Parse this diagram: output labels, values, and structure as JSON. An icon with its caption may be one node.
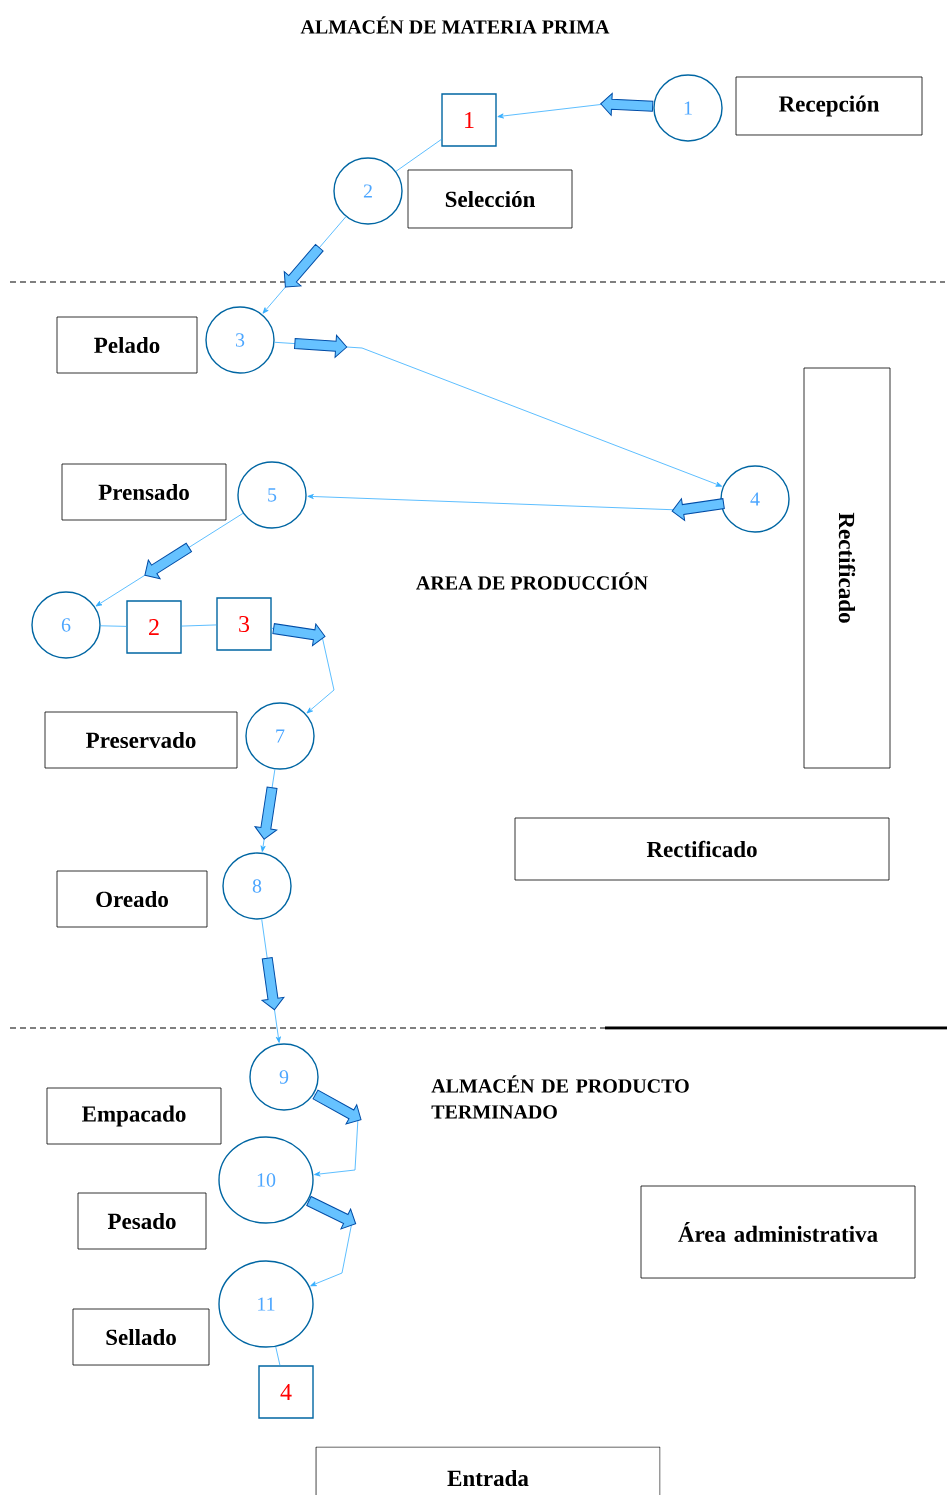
{
  "diagram": {
    "nodes": [
      {
        "text": [
          "1"
        ]
      },
      {
        "text": [
          "Recepción"
        ]
      },
      {
        "text": [
          "1"
        ]
      },
      {
        "text": [
          "2"
        ]
      },
      {
        "text": [
          "Selección"
        ]
      },
      {
        "text": [
          "3"
        ]
      },
      {
        "text": [
          "Pelado"
        ]
      },
      {
        "text": [
          "Rectificado"
        ]
      },
      {
        "text": [
          "4"
        ]
      },
      {
        "text": [
          "Prensado"
        ]
      },
      {
        "text": [
          "5"
        ]
      },
      {
        "text": [
          "6"
        ]
      },
      {
        "text": [
          "2"
        ]
      },
      {
        "text": [
          "3"
        ]
      },
      {
        "text": [
          "Preservado"
        ]
      },
      {
        "text": [
          "7"
        ]
      },
      {
        "text": [
          "Rectificado"
        ]
      },
      {
        "text": [
          "Oreado"
        ]
      },
      {
        "text": [
          "8"
        ]
      },
      {
        "text": [
          "9"
        ]
      },
      {
        "text": [
          "Empacado"
        ]
      },
      {
        "text": [
          "10"
        ]
      },
      {
        "text": [
          "Pesado"
        ]
      },
      {
        "text": [
          "11"
        ]
      },
      {
        "text": [
          "Sellado"
        ]
      },
      {
        "text": [
          "Área administrativa"
        ]
      },
      {
        "text": [
          "4"
        ]
      },
      {
        "text": [
          "Entrada"
        ]
      }
    ],
    "edges": [
      {
        "from": 0,
        "to": 2,
        "arrow": "to"
      },
      {
        "from": 2,
        "to": 3,
        "arrow": "none"
      },
      {
        "from": 3,
        "to": 5,
        "arrow": "to"
      },
      {
        "from": 5,
        "to": 8,
        "arrow": "to"
      },
      {
        "from": 8,
        "to": 10,
        "arrow": "to"
      },
      {
        "from": 10,
        "to": 11,
        "arrow": "to"
      },
      {
        "from": 11,
        "to": 12,
        "arrow": "none"
      },
      {
        "from": 12,
        "to": 13,
        "arrow": "none"
      },
      {
        "from": 13,
        "to": 15,
        "arrow": "to"
      },
      {
        "from": 15,
        "to": 18,
        "arrow": "to"
      },
      {
        "from": 18,
        "to": 19,
        "arrow": "to"
      },
      {
        "from": 19,
        "to": 21,
        "arrow": "to"
      },
      {
        "from": 21,
        "to": 23,
        "arrow": "to"
      },
      {
        "from": 23,
        "to": 26,
        "arrow": "none"
      }
    ],
    "labels": [
      "ALMACÉN DE MATERIA PRIMA",
      "AREA DE PRODUCCIÓN",
      "ALMACÉN DE PRODUCTO TERMINADO"
    ]
  }
}
